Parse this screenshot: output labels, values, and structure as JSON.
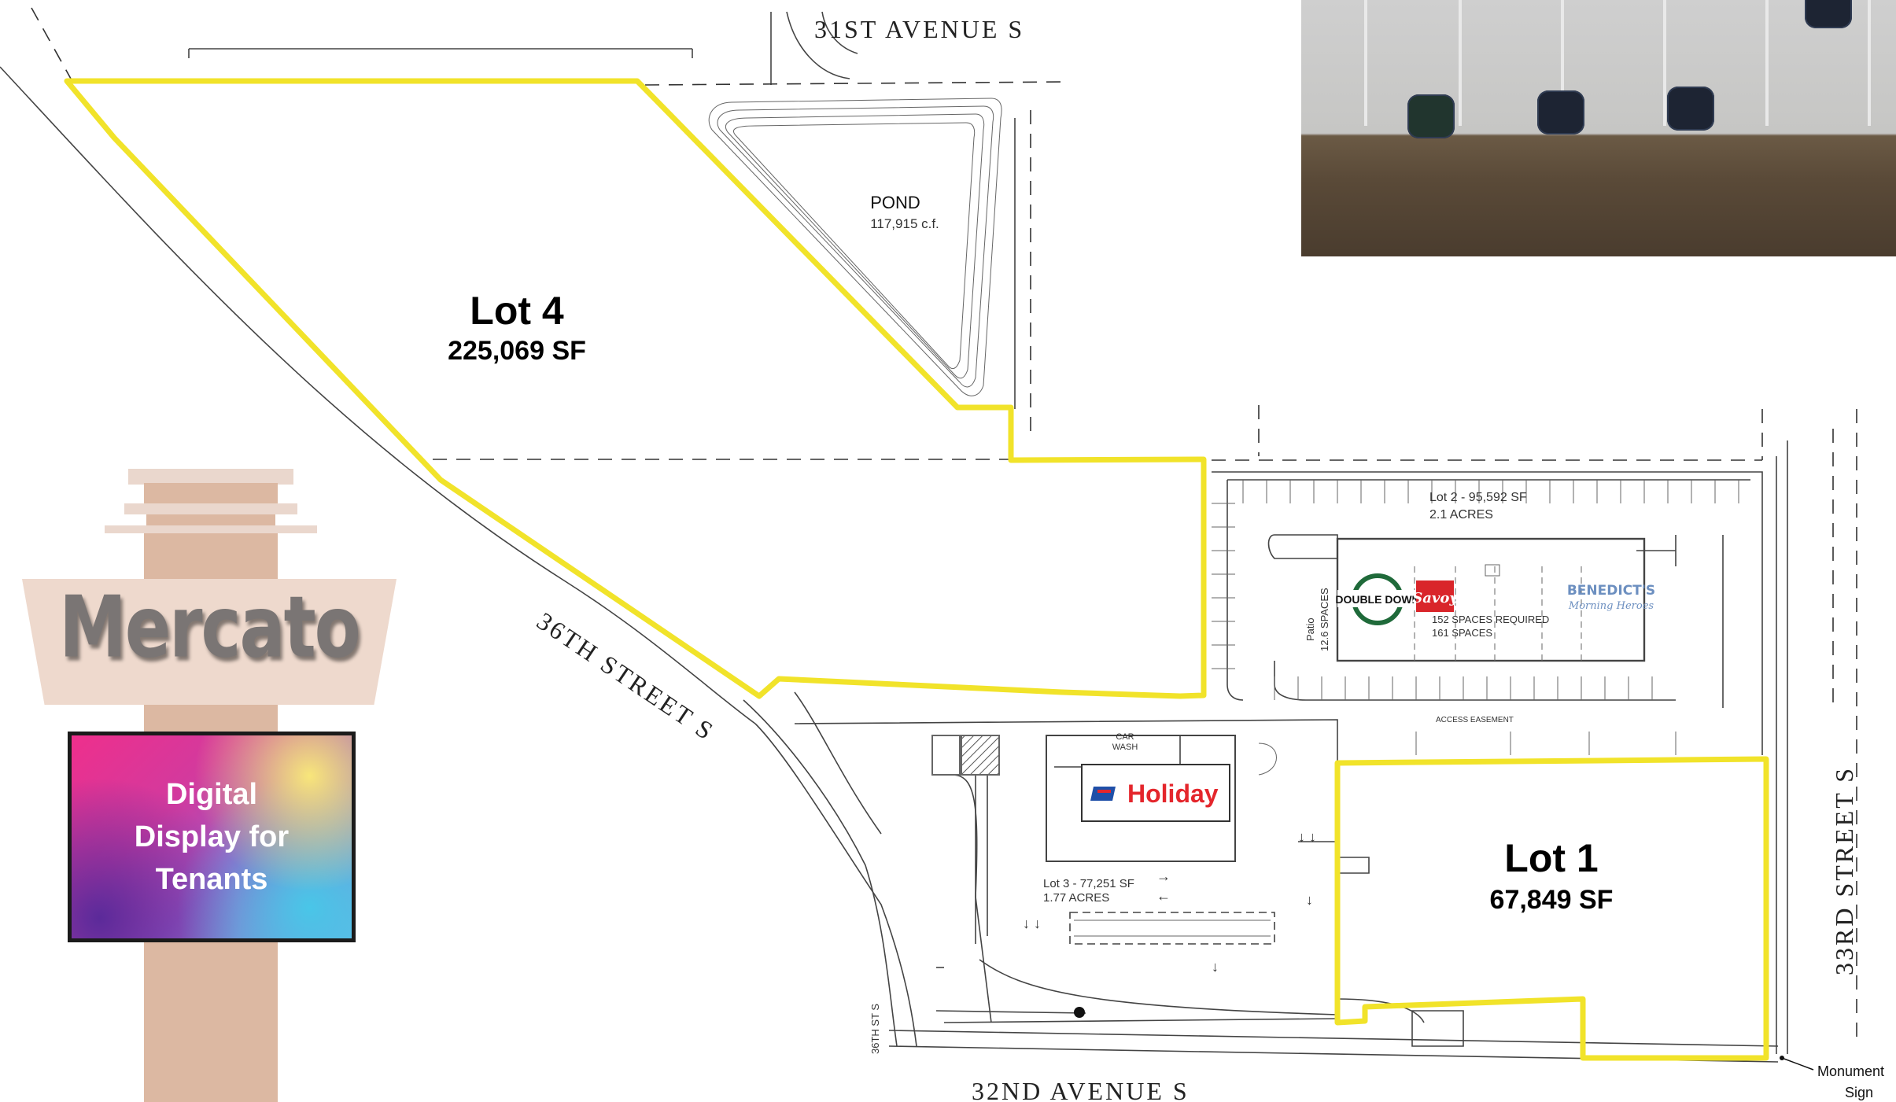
{
  "streets": {
    "avenue_31st": "31ST AVENUE S",
    "street_36th": "36TH STREET S",
    "street_33rd": "33RD STREET S",
    "avenue_32nd": "32ND AVENUE S",
    "small_36th": "36TH ST S"
  },
  "pond": {
    "label": "POND",
    "volume": "117,915 c.f."
  },
  "lots": {
    "lot4": {
      "name": "Lot 4",
      "area": "225,069 SF"
    },
    "lot1": {
      "name": "Lot 1",
      "area": "67,849 SF"
    },
    "lot2": {
      "label": "Lot 2 - 95,592 SF",
      "acres": "2.1 ACRES"
    },
    "lot3": {
      "label": "Lot 3 - 77,251 SF",
      "acres": "1.77 ACRES"
    }
  },
  "lot2_detail": {
    "patio": "Patio",
    "patio_spaces": "12.6 SPACES",
    "spaces_required": "152 SPACES REQUIRED",
    "spaces_provided": "161 SPACES",
    "access_easement": "ACCESS EASEMENT"
  },
  "lot3_detail": {
    "car_wash_line1": "CAR",
    "car_wash_line2": "WASH"
  },
  "tenants": {
    "double_down": "DOUBLE DOWN",
    "savoy": "Savoy",
    "benedicts_line1": "BENEDICT'S",
    "benedicts_line2": "Morning Heroes",
    "holiday": "Holiday"
  },
  "monument_sign": {
    "brand": "Mercato",
    "display": "Digital\nDisplay for\nTenants",
    "callout_line1": "Monument",
    "callout_line2": "Sign"
  },
  "colors": {
    "lot_outline": "#f1e32a",
    "holiday_red": "#e4262c",
    "holiday_blue": "#1f4fa8",
    "savoy_red": "#d9252a"
  }
}
